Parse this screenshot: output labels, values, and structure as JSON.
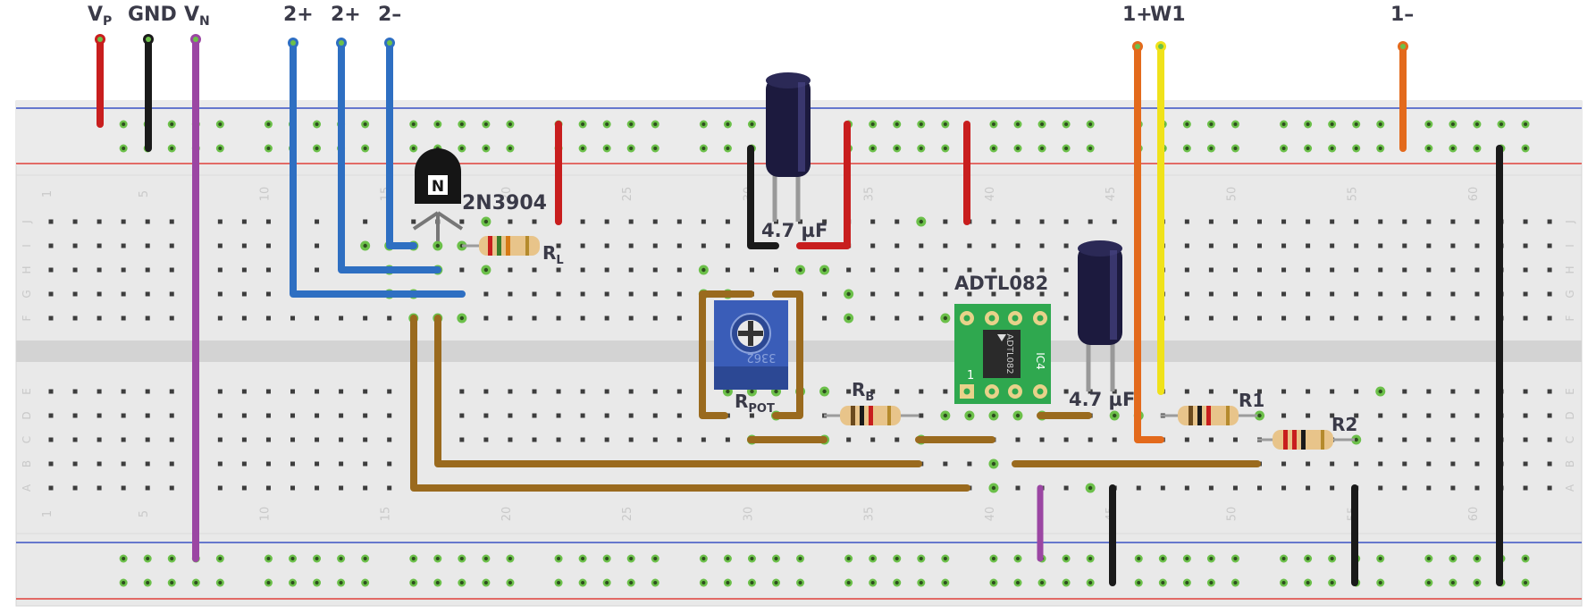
{
  "labels": {
    "vp": "V",
    "vp_sub": "P",
    "gnd": "GND",
    "vn": "V",
    "vn_sub": "N",
    "t1": "2+",
    "t2": "2+",
    "t3": "2–",
    "one_plus": "1+",
    "w1": "W1",
    "one_minus": "1–",
    "transistor": "2N3904",
    "rl": "R",
    "rl_sub": "L",
    "cap1": "4.7 µF",
    "cap2": "4.7 µF",
    "ic": "ADTL082",
    "rpot": "R",
    "rpot_sub": "POT",
    "rb": "R",
    "rb_sub": "B",
    "r1": "R1",
    "r2": "R2",
    "ic_chip_text": "ADTL082",
    "ic_ref": "IC4",
    "ic_pin1": "1",
    "pot_code": "3362",
    "transistor_mark": "N"
  },
  "column_numbers": [
    "1",
    "5",
    "10",
    "15",
    "20",
    "25",
    "30",
    "35",
    "40",
    "45",
    "50",
    "55",
    "60"
  ],
  "row_letters_top": [
    "J",
    "I",
    "H",
    "G",
    "F"
  ],
  "row_letters_bottom": [
    "E",
    "D",
    "C",
    "B",
    "A"
  ],
  "colors": {
    "board": "#e6e6e6",
    "rail_red": "#e0413a",
    "rail_blue": "#3b52c4",
    "hole_green": "#6cc04a",
    "wire_red": "#c81e1e",
    "wire_black": "#1a1a1a",
    "wire_purple": "#9b46a3",
    "wire_blue": "#2e6fc2",
    "wire_brown": "#9a6a1e",
    "wire_orange": "#e36a1c",
    "wire_yellow": "#f0e21a",
    "ic_board": "#2fa84f",
    "pot_blue": "#3a5db8",
    "cap_body": "#1c1a3e"
  }
}
